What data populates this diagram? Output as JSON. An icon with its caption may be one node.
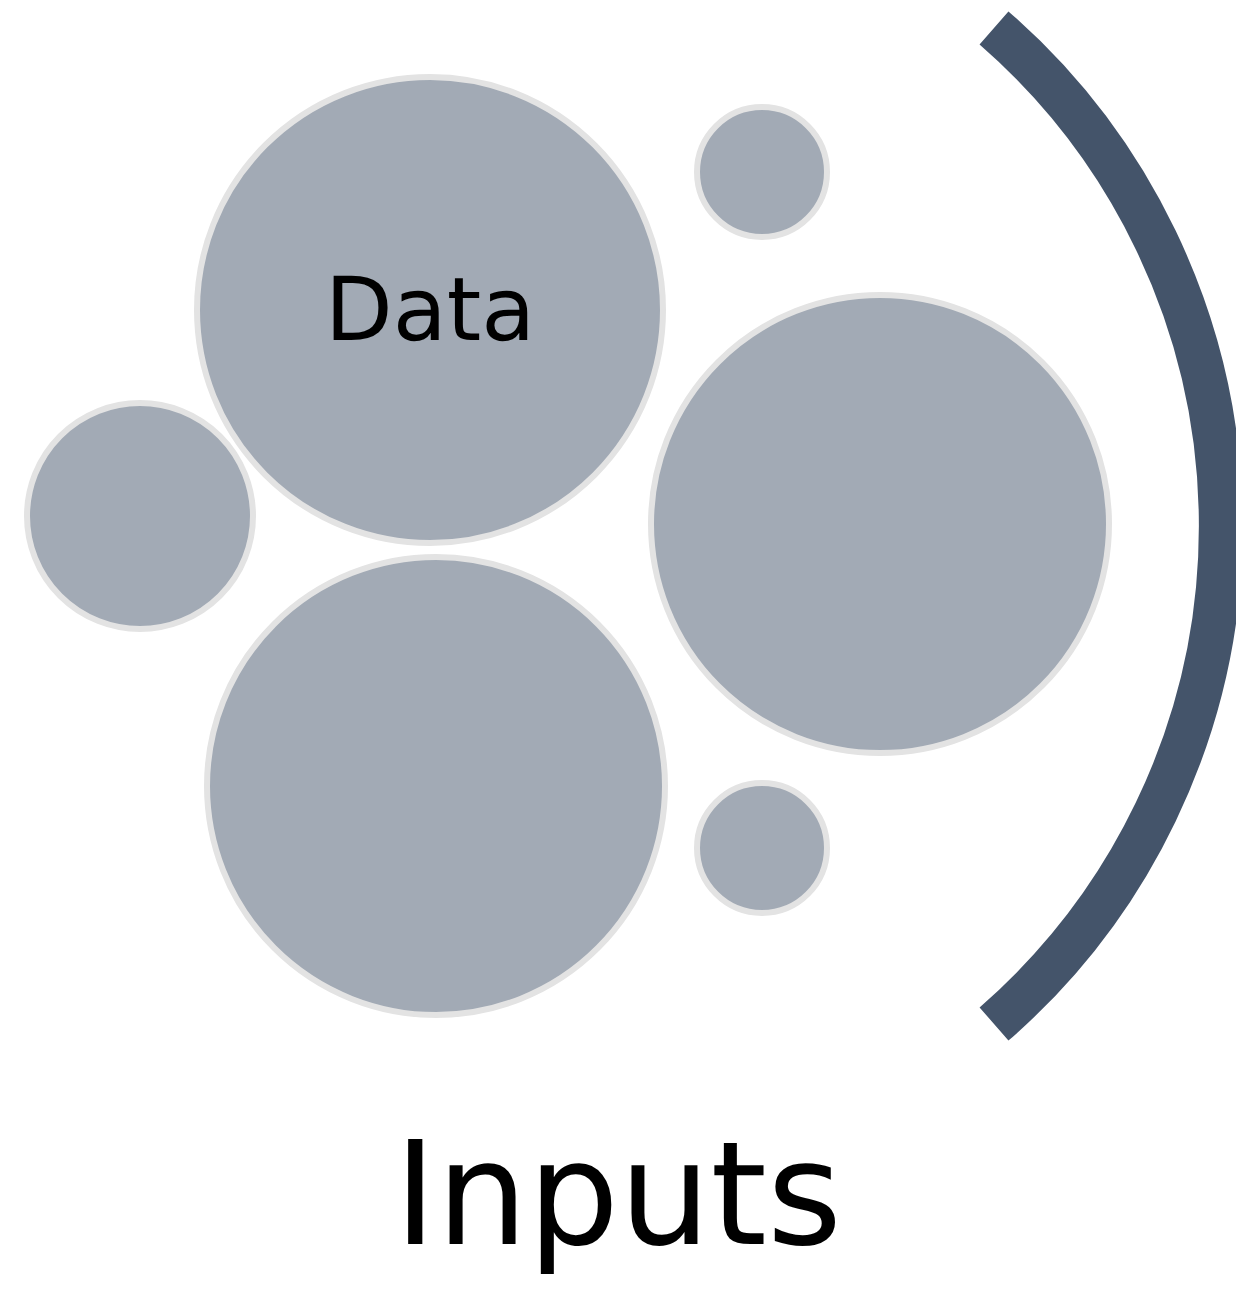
{
  "diagram": {
    "nodes": [
      {
        "text": [
          "Data"
        ]
      },
      {
        "text": [],
        "shape": "circle"
      },
      {
        "text": [],
        "shape": "circle"
      },
      {
        "text": [],
        "shape": "circle"
      },
      {
        "text": [],
        "shape": "circle"
      },
      {
        "text": [],
        "shape": "circle"
      }
    ],
    "labels": [
      "Inputs"
    ]
  }
}
